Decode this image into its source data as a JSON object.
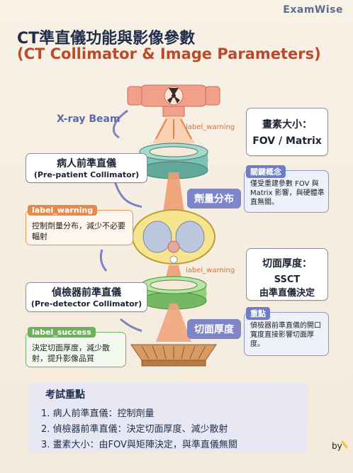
{
  "brand": "ExamWise",
  "title_zh": "CT準直儀功能與影像參數",
  "title_en": "(CT Collimator & Image Parameters)",
  "xray_label": "X-ray Beam",
  "label_warning": "label_warning",
  "label_success": "label_success",
  "pre_patient": {
    "zh": "病人前準直儀",
    "en": "(Pre-patient Collimator)"
  },
  "pre_detector": {
    "zh": "偵檢器前準直儀",
    "en": "(Pre-detector Collimator)"
  },
  "note_dose": {
    "tag": "label_warning",
    "text": "控制劑量分布，減少不必要輻射"
  },
  "note_slice": {
    "tag": "label_success",
    "text": "決定切面厚度，減少散射，提升影像品質"
  },
  "chip_dose": "劑量分布",
  "chip_slice": "切面厚度",
  "right_top": {
    "title": "畫素大小：",
    "value": "FOV / Matrix"
  },
  "concept": {
    "tag": "關鍵概念",
    "text": "僅受重建參數 FOV 與 Matrix 影響，與硬體準直無關。"
  },
  "right_mid": {
    "title": "切面厚度：",
    "line1": "SSCT",
    "line2": "由準直儀決定"
  },
  "key_point": {
    "tag": "重點",
    "text": "偵檢器前準直儀的開口寬度直接影響切面厚度。"
  },
  "summary": {
    "title": "考試重點",
    "items": [
      "1. 病人前準直儀：控制劑量",
      "2. 偵檢器前準直儀：決定切面厚度、減少散射",
      "3. 畫素大小：由FOV與矩陣決定，與準直儀無關"
    ]
  },
  "signature": "by"
}
